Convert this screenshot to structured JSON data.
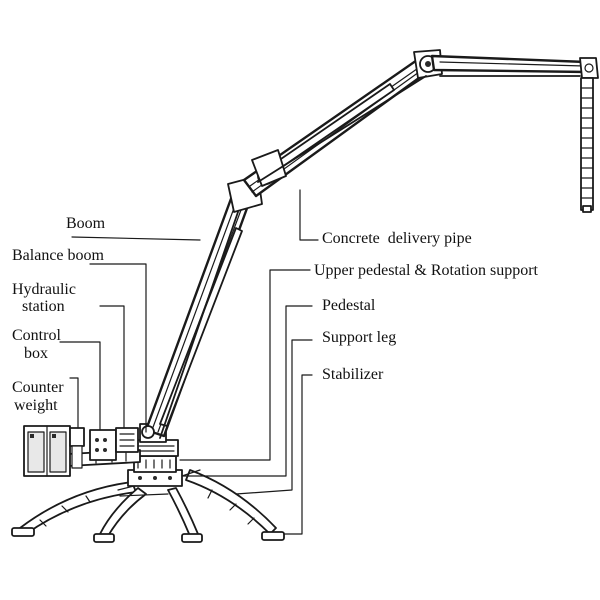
{
  "labels": {
    "boom": "Boom",
    "balance_boom": "Balance boom",
    "hydraulic_station_line1": "Hydraulic",
    "hydraulic_station_line2": "station",
    "control_box_line1": "Control",
    "control_box_line2": "box",
    "counter_weight_line1": "Counter",
    "counter_weight_line2": "weight",
    "concrete_delivery_pipe": "Concrete  delivery pipe",
    "upper_pedestal_rotation_support": "Upper pedestal & Rotation support",
    "pedestal": "Pedestal",
    "support_leg": "Support leg",
    "stabilizer": "Stabilizer"
  },
  "colors": {
    "line": "#1a1a1a",
    "background": "#ffffff"
  }
}
